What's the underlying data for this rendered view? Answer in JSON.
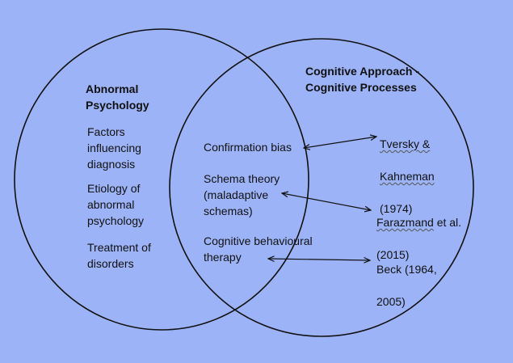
{
  "left_circle": {
    "heading": "Abnormal\nPsychology",
    "items": [
      "Factors\ninfluencing\ndiagnosis",
      "Etiology of\nabnormal\npsychology",
      "Treatment of\ndisorders"
    ]
  },
  "right_circle": {
    "heading": "Cognitive Approach -\nCognitive Processes",
    "studies": [
      {
        "name": "Tversky &",
        "name2": "Kahneman",
        "year": "(1974)"
      },
      {
        "name": "Farazmand",
        "suffix": " et al.",
        "year": "(2015)"
      },
      {
        "name": "Beck (1964,",
        "year": "2005)"
      }
    ]
  },
  "overlap": {
    "items": [
      "Confirmation bias",
      "Schema theory\n(maladaptive\nschemas)",
      "Cognitive behavioural\ntherapy"
    ]
  },
  "colors": {
    "background": "#9cb3f8",
    "stroke": "#111111"
  }
}
